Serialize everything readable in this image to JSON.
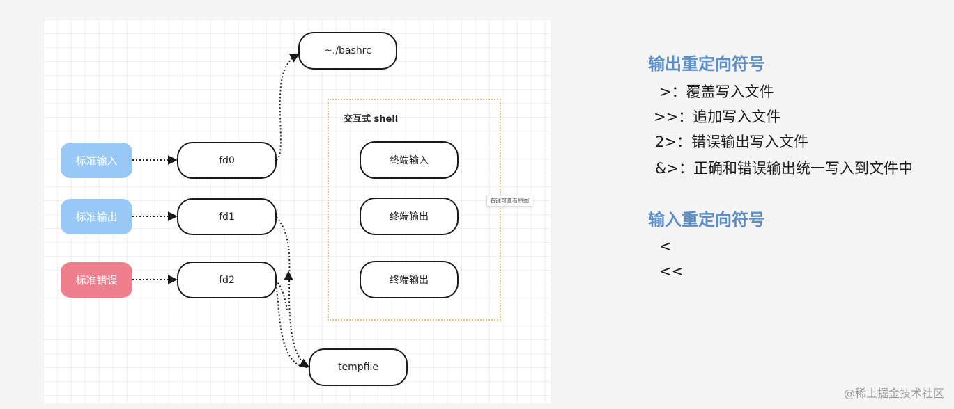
{
  "diagram": {
    "nodes": {
      "stdin": "标准输入",
      "stdout": "标准输出",
      "stderr": "标准错误",
      "fd0": "fd0",
      "fd1": "fd1",
      "fd2": "fd2",
      "bashrc": "~./bashrc",
      "tempfile": "tempfile"
    },
    "shell_container": {
      "title": "交互式 shell",
      "items": [
        "终端输入",
        "终端输出",
        "终端输出"
      ]
    },
    "tooltip": "右键可查看原图",
    "colors": {
      "stream_blue": "#98c8f5",
      "stream_red": "#ef7f8c",
      "container_border": "#f2c47a"
    }
  },
  "notes": {
    "output_heading": "输出重定向符号",
    "output_items": [
      ">：覆盖写入文件",
      ">>：追加写入文件",
      "2>：错误输出写入文件",
      "&>：正确和错误输出统一写入到文件中"
    ],
    "input_heading": "输入重定向符号",
    "input_items": [
      "<",
      "<<"
    ],
    "heading_color": "#5c8fc7"
  },
  "watermark": "@稀土掘金技术社区"
}
